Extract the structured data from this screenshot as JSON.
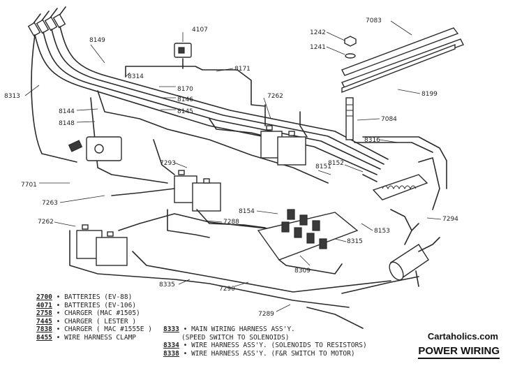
{
  "callouts": {
    "c8313": "8313",
    "c8149": "8149",
    "c8314": "8314",
    "c4107": "4107",
    "c8171": "8171",
    "c8170": "8170",
    "c8146": "8146",
    "c8145": "8145",
    "c8144": "8144",
    "c8148": "8148",
    "c7262a": "7262",
    "c7262b": "7262",
    "c7701": "7701",
    "c7263": "7263",
    "c7293": "7293",
    "c7288": "7288",
    "c8335": "8335",
    "c7290": "7290",
    "c7289": "7289",
    "c8154": "8154",
    "c8153": "8153",
    "c8315": "8315",
    "c8309": "8309",
    "c8151": "8151",
    "c8152": "8152",
    "c8316": "8316",
    "c7294": "7294",
    "c7084": "7084",
    "c8199": "8199",
    "c7083": "7083",
    "c1242": "1242",
    "c1241": "1241"
  },
  "legend_left": [
    {
      "code": "2700",
      "text": "BATTERIES",
      "note": "(EV-88)"
    },
    {
      "code": "4071",
      "text": "BATTERIES",
      "note": "(EV-106)"
    },
    {
      "code": "2758",
      "text": "CHARGER",
      "note": "(MAC #1505)"
    },
    {
      "code": "7445",
      "text": "CHARGER",
      "note": "( LESTER )"
    },
    {
      "code": "7838",
      "text": "CHARGER",
      "note": "( MAC #1555E )"
    },
    {
      "code": "8455",
      "text": "WIRE HARNESS CLAMP",
      "note": ""
    }
  ],
  "legend_right": [
    {
      "code": "8333",
      "text": "MAIN WIRING HARNESS ASS'Y.",
      "note": "(SPEED SWITCH TO SOLENOIDS)"
    },
    {
      "code": "8334",
      "text": "WIRE HARNESS ASS'Y.",
      "note": "(SOLENOIDS TO RESISTORS)"
    },
    {
      "code": "8338",
      "text": "WIRE HARNESS ASS'Y.",
      "note": "(F&R SWITCH TO MOTOR)"
    }
  ],
  "brand": {
    "site": "Cartaholics.com",
    "title": "POWER WIRING"
  }
}
